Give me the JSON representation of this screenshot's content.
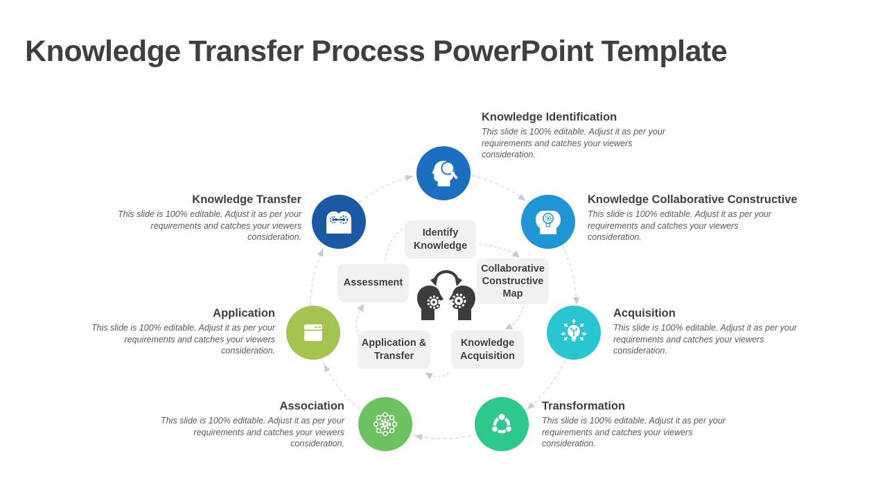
{
  "title": "Knowledge Transfer Process PowerPoint Template",
  "nodes": [
    {
      "heading": "Knowledge Identification",
      "description": "This slide is 100% editable. Adjust it as per your requirements and catches your viewers consideration.",
      "color": "#1b6fc0",
      "icon": "head-magnifier-icon"
    },
    {
      "heading": "Knowledge Collaborative Constructive",
      "description": "This slide is 100% editable. Adjust it as per your requirements and catches your viewers consideration.",
      "color": "#2095d3",
      "icon": "heads-idea-bulb-icon"
    },
    {
      "heading": "Acquisition",
      "description": "This slide is 100% editable. Adjust it as per your requirements and catches your viewers consideration.",
      "color": "#29c5d2",
      "icon": "lightbulb-rays-icon"
    },
    {
      "heading": "Transformation",
      "description": "This slide is 100% editable. Adjust it as per your requirements and catches your viewers consideration.",
      "color": "#2dc98c",
      "icon": "share-nodes-icon"
    },
    {
      "heading": "Association",
      "description": "This slide is 100% editable. Adjust it as per your requirements and catches your viewers consideration.",
      "color": "#6cc161",
      "icon": "gear-network-icon"
    },
    {
      "heading": "Application",
      "description": "This slide is 100% editable. Adjust it as per your requirements and catches your viewers consideration.",
      "color": "#a5c351",
      "icon": "app-window-icon"
    },
    {
      "heading": "Knowledge Transfer",
      "description": "This slide is 100% editable. Adjust it as per your requirements and catches your viewers consideration.",
      "color": "#1c59a5",
      "icon": "heads-gears-icon"
    }
  ],
  "steps": [
    {
      "label": "Identify Knowledge"
    },
    {
      "label": "Collaborative Constructive Map"
    },
    {
      "label": "Knowledge Acquisition"
    },
    {
      "label": "Application & Transfer"
    },
    {
      "label": "Assessment"
    }
  ],
  "center_icon": "minds-gears-exchange-icon",
  "colors": {
    "step_box_bg": "#f1f1f2",
    "connector": "#cdd1d6",
    "heading_text": "#3f3f3f",
    "body_text": "#595959",
    "center_icon": "#3d3d3d"
  }
}
